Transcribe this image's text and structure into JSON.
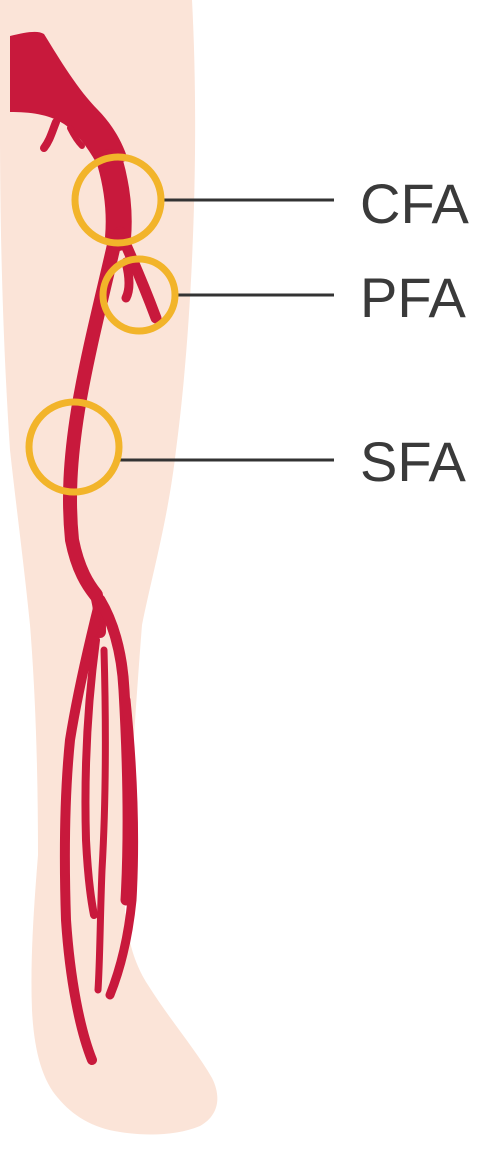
{
  "labels": {
    "cfa": "CFA",
    "pfa": "PFA",
    "sfa": "SFA"
  },
  "colors": {
    "skin": "#fbe4d8",
    "artery": "#c8193c",
    "marker": "#f2b42a",
    "leader": "#333333",
    "text": "#3a3a3a"
  }
}
